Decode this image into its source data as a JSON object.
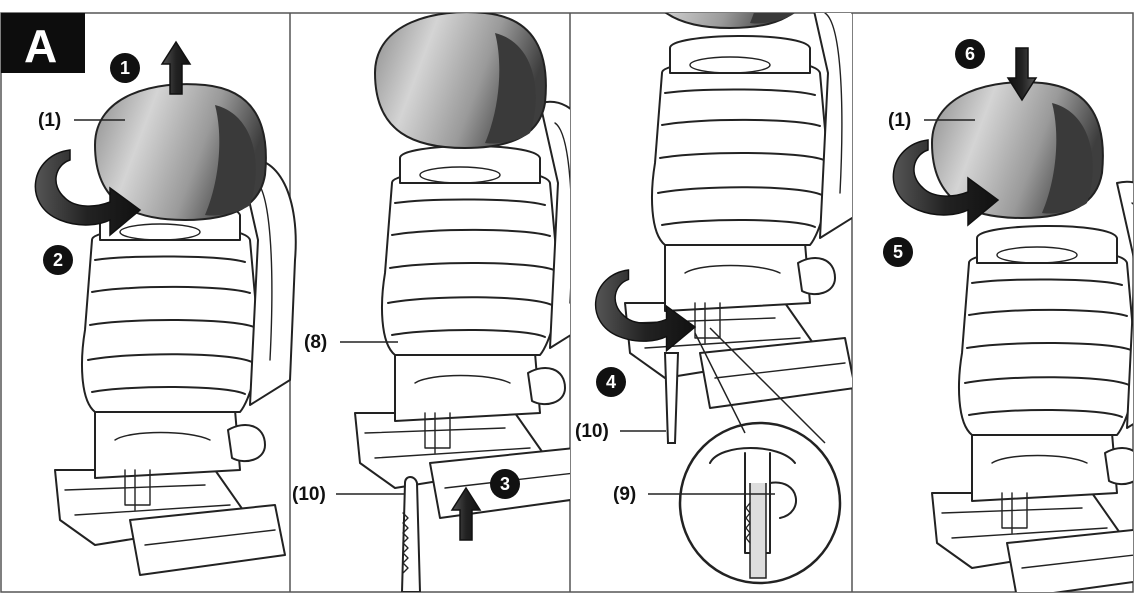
{
  "figure": {
    "badge": "A",
    "colors": {
      "ink": "#222222",
      "cap_dark": "#4a4a4a",
      "cap_light": "#c8c8c8",
      "background": "#ffffff"
    }
  },
  "panels": [
    {
      "id": "panel-1",
      "steps": [
        {
          "number": "1",
          "action": "arrow-up"
        },
        {
          "number": "2",
          "action": "rotate"
        }
      ],
      "callouts": [
        {
          "text": "(1)",
          "part": "knob"
        }
      ]
    },
    {
      "id": "panel-2",
      "steps": [
        {
          "number": "3",
          "action": "arrow-up"
        }
      ],
      "callouts": [
        {
          "text": "(8)",
          "part": "blade-holder"
        },
        {
          "text": "(10)",
          "part": "saw-blade"
        }
      ]
    },
    {
      "id": "panel-3",
      "steps": [
        {
          "number": "4",
          "action": "rotate"
        }
      ],
      "callouts": [
        {
          "text": "(10)",
          "part": "saw-blade"
        },
        {
          "text": "(9)",
          "part": "blade-clamp"
        }
      ]
    },
    {
      "id": "panel-4",
      "steps": [
        {
          "number": "6",
          "action": "arrow-down"
        },
        {
          "number": "5",
          "action": "rotate"
        }
      ],
      "callouts": [
        {
          "text": "(1)",
          "part": "knob"
        }
      ]
    }
  ]
}
